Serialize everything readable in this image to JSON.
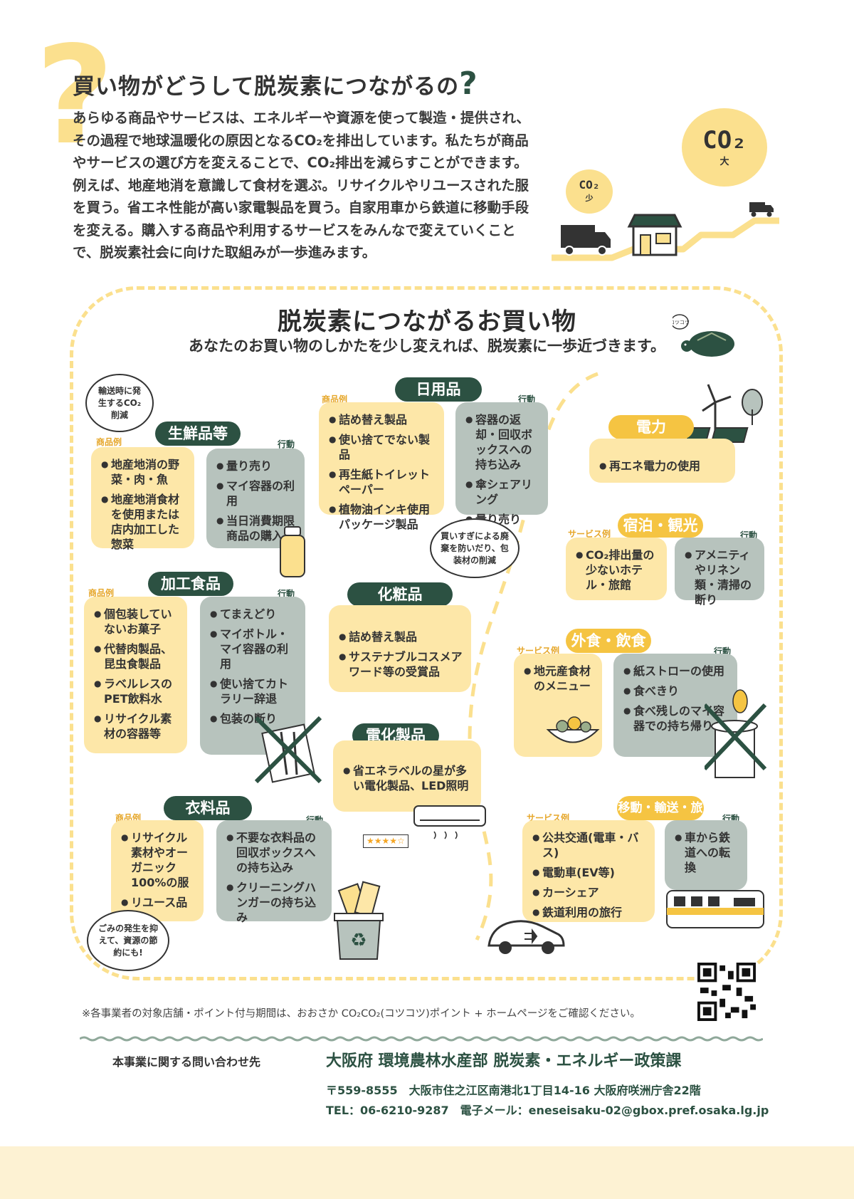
{
  "intro": {
    "title": "買い物がどうして脱炭素につながるの",
    "title_mark": "?",
    "body": "あらゆる商品やサービスは、エネルギーや資源を使って製造・提供され、その過程で地球温暖化の原因となるCO₂を排出しています。私たちが商品やサービスの選び方を変えることで、CO₂排出を減らすことができます。例えば、地産地消を意識して食材を選ぶ。リサイクルやリユースされた服を買う。省エネ性能が高い家電製品を買う。自家用車から鉄道に移動手段を変える。購入する商品や利用するサービスをみんなで変えていくことで、脱炭素社会に向けた取組みが一歩進みます。",
    "co2": "CO₂",
    "co2_large": "大",
    "co2_small": "少"
  },
  "section": {
    "title": "脱炭素につながるお買い物",
    "subtitle": "あなたのお買い物のしかたを少し変えれば、脱炭素に一歩近づきます。",
    "turtle_label": "コツコツ"
  },
  "labels": {
    "product": "商品例",
    "service": "サービス例",
    "action": "行動"
  },
  "categories": {
    "fresh": {
      "title": "生鮮品等",
      "products": [
        "地産地消の野菜・肉・魚",
        "地産地消食材を使用または店内加工した惣菜"
      ],
      "actions": [
        "量り売り",
        "マイ容器の利用",
        "当日消費期限商品の購入"
      ],
      "bubble": "輸送時に発生するCO₂削減"
    },
    "daily": {
      "title": "日用品",
      "products": [
        "詰め替え製品",
        "使い捨てでない製品",
        "再生紙トイレットペーパー",
        "植物油インキ使用パッケージ製品"
      ],
      "actions": [
        "容器の返却・回収ボックスへの持ち込み",
        "傘シェアリング",
        "量り売り"
      ],
      "bubble": "買いすぎによる廃棄を防いだり、包装材の削減"
    },
    "processed": {
      "title": "加工食品",
      "products": [
        "個包装していないお菓子",
        "代替肉製品、昆虫食製品",
        "ラベルレスのPET飲料水",
        "リサイクル素材の容器等"
      ],
      "actions": [
        "てまえどり",
        "マイボトル・マイ容器の利用",
        "使い捨てカトラリー辞退",
        "包装の断り"
      ]
    },
    "cosmetics": {
      "title": "化粧品",
      "products": [
        "詰め替え製品",
        "サステナブルコスメアワード等の受賞品"
      ]
    },
    "appliances": {
      "title": "電化製品",
      "products": [
        "省エネラベルの星が多い電化製品、LED照明"
      ],
      "stars": "★★★★☆"
    },
    "clothing": {
      "title": "衣料品",
      "products": [
        "リサイクル素材やオーガニック100%の服",
        "リユース品"
      ],
      "actions": [
        "不要な衣料品の回収ボックスへの持ち込み",
        "クリーニングハンガーの持ち込み"
      ],
      "bubble": "ごみの発生を抑えて、資源の節約にも!"
    },
    "power": {
      "title": "電力",
      "services": [
        "再エネ電力の使用"
      ]
    },
    "lodging": {
      "title": "宿泊・観光",
      "services": [
        "CO₂排出量の少ないホテル・旅館"
      ],
      "actions": [
        "アメニティやリネン類・清掃の断り"
      ]
    },
    "dining": {
      "title": "外食・飲食",
      "services": [
        "地元産食材のメニュー"
      ],
      "actions": [
        "紙ストローの使用",
        "食べきり",
        "食べ残しのマイ容器での持ち帰り"
      ]
    },
    "mobility": {
      "title": "移動・輸送・旅行",
      "services": [
        "公共交通(電車・バス)",
        "電動車(EV等)",
        "カーシェア",
        "鉄道利用の旅行"
      ],
      "actions": [
        "車から鉄道への転換"
      ]
    }
  },
  "footer": {
    "note": "※各事業者の対象店舗・ポイント付与期間は、おおさか CO₂CO₂(コツコツ)ポイント + ホームページをご確認ください。",
    "inquiry": "本事業に関する問い合わせ先",
    "department": "大阪府 環境農林水産部 脱炭素・エネルギー政策課",
    "address": "〒559-8555　大阪市住之江区南港北1丁目14-16 大阪府咲洲庁舎22階",
    "contact": "TEL：06-6210-9287　電子メール：eneseisaku-02@gbox.pref.osaka.lg.jp"
  },
  "colors": {
    "green": "#2c5142",
    "yellow": "#f5c442",
    "pale_yellow": "#fde7a8",
    "gray_green": "#b7c3bd"
  }
}
